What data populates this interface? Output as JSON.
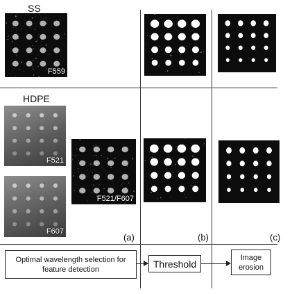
{
  "title_ss": "SS",
  "title_hdpe": "HDPE",
  "panels": {
    "ss_raw": {
      "tag": "F559",
      "style": "speckled"
    },
    "ss_threshold": {
      "style": "blob-large"
    },
    "ss_erosion": {
      "style": "blob-small"
    },
    "hdpe_f521": {
      "tag": "F521",
      "style": "gray"
    },
    "hdpe_f607": {
      "tag": "F607",
      "style": "gray"
    },
    "hdpe_ratio": {
      "tag": "F521/F607",
      "style": "speckled"
    },
    "hdpe_threshold": {
      "style": "blob-large"
    },
    "hdpe_erosion": {
      "style": "blob-small"
    }
  },
  "column_labels": {
    "a": "(a)",
    "b": "(b)",
    "c": "(c)"
  },
  "flow": {
    "step1_line1": "Optimal wavelength selection for",
    "step1_line2": "feature  detection",
    "step2": "Threshold",
    "step3_line1": "Image",
    "step3_line2": "erosion"
  },
  "grid": {
    "rows": 4,
    "cols": 4
  }
}
